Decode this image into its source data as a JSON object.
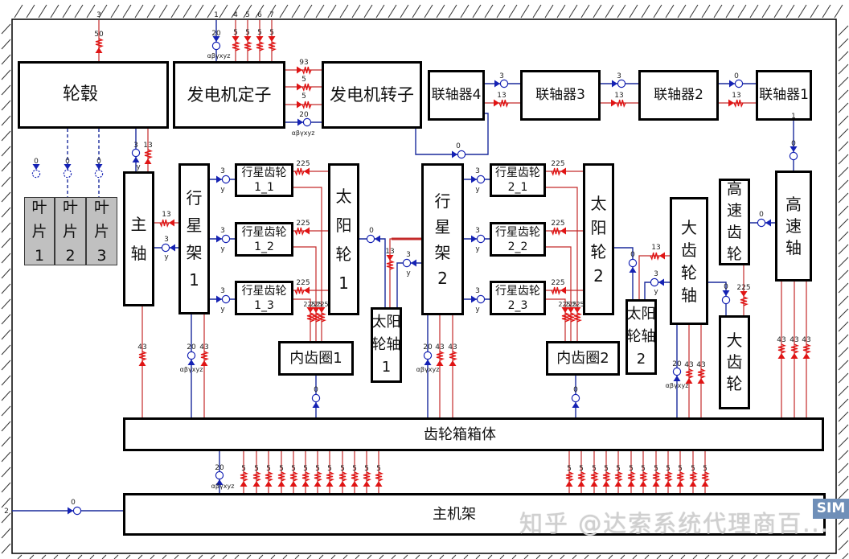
{
  "diagram": {
    "bodies": [
      {
        "id": "hub",
        "lines": [
          "轮毂"
        ]
      },
      {
        "id": "generator_stator",
        "lines": [
          "发电机定子"
        ]
      },
      {
        "id": "generator_rotor",
        "lines": [
          "发电机转子"
        ]
      },
      {
        "id": "coupling_4",
        "lines": [
          "联轴器4"
        ]
      },
      {
        "id": "coupling_3",
        "lines": [
          "联轴器3"
        ]
      },
      {
        "id": "coupling_2",
        "lines": [
          "联轴器2"
        ]
      },
      {
        "id": "coupling_1",
        "lines": [
          "联轴器1"
        ]
      },
      {
        "id": "blade_1",
        "lines": [
          "叶",
          "片",
          "1"
        ]
      },
      {
        "id": "blade_2",
        "lines": [
          "叶",
          "片",
          "2"
        ]
      },
      {
        "id": "blade_3",
        "lines": [
          "叶",
          "片",
          "3"
        ]
      },
      {
        "id": "main_shaft",
        "lines": [
          "主",
          "轴"
        ]
      },
      {
        "id": "planet_carrier_1",
        "lines": [
          "行",
          "星",
          "架",
          "1"
        ]
      },
      {
        "id": "planet_gear_1_1",
        "lines": [
          "行星齿轮",
          "1_1"
        ]
      },
      {
        "id": "planet_gear_1_2",
        "lines": [
          "行星齿轮",
          "1_2"
        ]
      },
      {
        "id": "planet_gear_1_3",
        "lines": [
          "行星齿轮",
          "1_3"
        ]
      },
      {
        "id": "sun_gear_1",
        "lines": [
          "太",
          "阳",
          "轮",
          "1"
        ]
      },
      {
        "id": "sun_shaft_1",
        "lines": [
          "太阳",
          "轮轴",
          "1"
        ]
      },
      {
        "id": "ring_gear_1",
        "lines": [
          "内齿圈1"
        ]
      },
      {
        "id": "planet_carrier_2",
        "lines": [
          "行",
          "星",
          "架",
          "2"
        ]
      },
      {
        "id": "planet_gear_2_1",
        "lines": [
          "行星齿轮",
          "2_1"
        ]
      },
      {
        "id": "planet_gear_2_2",
        "lines": [
          "行星齿轮",
          "2_2"
        ]
      },
      {
        "id": "planet_gear_2_3",
        "lines": [
          "行星齿轮",
          "2_3"
        ]
      },
      {
        "id": "sun_gear_2",
        "lines": [
          "太",
          "阳",
          "轮",
          "2"
        ]
      },
      {
        "id": "ring_gear_2",
        "lines": [
          "内齿圈2"
        ]
      },
      {
        "id": "sun_shaft_2",
        "lines": [
          "太阳",
          "轮轴",
          "2"
        ]
      },
      {
        "id": "gear_shaft",
        "lines": [
          "大",
          "齿",
          "轮",
          "轴"
        ]
      },
      {
        "id": "high_speed_gear",
        "lines": [
          "高",
          "速",
          "齿",
          "轮"
        ]
      },
      {
        "id": "gear",
        "lines": [
          "大",
          "齿",
          "轮"
        ]
      },
      {
        "id": "high_speed_shaft",
        "lines": [
          "高",
          "速",
          "轴"
        ]
      },
      {
        "id": "gearbox_housing",
        "lines": [
          "齿轮箱箱体"
        ]
      },
      {
        "id": "main_frame",
        "lines": [
          "主机架"
        ]
      }
    ],
    "joints": [
      {
        "id": "j_ground_stator",
        "type": "20",
        "dof": "αβγxyz"
      },
      {
        "id": "j_stator_rotor",
        "type": "20",
        "dof": "αβγxyz"
      },
      {
        "id": "j_rotor_coupling4",
        "type": "0"
      },
      {
        "id": "j_c4_c3",
        "type": "3"
      },
      {
        "id": "j_c3_c2",
        "type": "3"
      },
      {
        "id": "j_c2_c1",
        "type": "0"
      },
      {
        "id": "j_c1_hss",
        "type": "0"
      },
      {
        "id": "j_hub_blade1",
        "type": "0"
      },
      {
        "id": "j_hub_blade2",
        "type": "0"
      },
      {
        "id": "j_hub_blade3",
        "type": "0"
      },
      {
        "id": "j_hub_mainshaft",
        "type": "3",
        "dof": "y"
      },
      {
        "id": "j_mainshaft_carrier1",
        "type": "3",
        "dof": "y"
      },
      {
        "id": "j_carrier1_planet1_1",
        "type": "3",
        "dof": "y"
      },
      {
        "id": "j_carrier1_planet1_2",
        "type": "3",
        "dof": "y"
      },
      {
        "id": "j_carrier1_planet1_3",
        "type": "3",
        "dof": "y"
      },
      {
        "id": "j_sun1_sunshaft1",
        "type": "0"
      },
      {
        "id": "j_carrier2_sunshaft1",
        "type": "3",
        "dof": "y"
      },
      {
        "id": "j_carrier2_planet2_1",
        "type": "3",
        "dof": "y"
      },
      {
        "id": "j_carrier2_planet2_2",
        "type": "3",
        "dof": "y"
      },
      {
        "id": "j_carrier2_planet2_3",
        "type": "3",
        "dof": "y"
      },
      {
        "id": "j_sun2_sunshaft2",
        "type": "0"
      },
      {
        "id": "j_gearshaft_sunshaft2",
        "type": "3",
        "dof": "y"
      },
      {
        "id": "j_gearshaft_gear",
        "type": "0"
      },
      {
        "id": "j_hss_hsgear",
        "type": "0"
      },
      {
        "id": "j_carrier1_housing",
        "type": "20",
        "dof": "αβγxyz"
      },
      {
        "id": "j_ring1_housing",
        "type": "0"
      },
      {
        "id": "j_carrier2_housing",
        "type": "20",
        "dof": "αβγxyz"
      },
      {
        "id": "j_ring2_housing",
        "type": "0"
      },
      {
        "id": "j_gearshaft_housing",
        "type": "20",
        "dof": "αβγxyz"
      },
      {
        "id": "j_housing_frame",
        "type": "20",
        "dof": "αβγxyz"
      },
      {
        "id": "j_ground_frame",
        "type": "0"
      }
    ],
    "forces": [
      {
        "id": "f_ground_hub",
        "type": "50"
      },
      {
        "id": "f_ground_stator_4",
        "type": "5"
      },
      {
        "id": "f_ground_stator_5",
        "type": "5"
      },
      {
        "id": "f_ground_stator_6",
        "type": "5"
      },
      {
        "id": "f_ground_stator_7",
        "type": "5"
      },
      {
        "id": "f_stator_rotor_1",
        "type": "93"
      },
      {
        "id": "f_stator_rotor_2",
        "type": "5"
      },
      {
        "id": "f_stator_rotor_3",
        "type": "5"
      },
      {
        "id": "f_c4_c3",
        "type": "13"
      },
      {
        "id": "f_c3_c2",
        "type": "13"
      },
      {
        "id": "f_c2_c1",
        "type": "13"
      },
      {
        "id": "f_hub_mainshaft",
        "type": "13"
      },
      {
        "id": "f_carrier1_mainshaft",
        "type": "13"
      },
      {
        "id": "f_planet1_1_sun1",
        "type": "225"
      },
      {
        "id": "f_planet1_2_sun1",
        "type": "225"
      },
      {
        "id": "f_planet1_3_sun1",
        "type": "225"
      },
      {
        "id": "f_planet1_1_ring1",
        "type": "225"
      },
      {
        "id": "f_planet1_2_ring1",
        "type": "225"
      },
      {
        "id": "f_planet1_3_ring1",
        "type": "225"
      },
      {
        "id": "f_carrier2_sunshaft1",
        "type": "13"
      },
      {
        "id": "f_planet2_1_sun2",
        "type": "225"
      },
      {
        "id": "f_planet2_2_sun2",
        "type": "225"
      },
      {
        "id": "f_planet2_3_sun2",
        "type": "225"
      },
      {
        "id": "f_planet2_1_ring2",
        "type": "225"
      },
      {
        "id": "f_planet2_2_ring2",
        "type": "225"
      },
      {
        "id": "f_planet2_3_ring2",
        "type": "225"
      },
      {
        "id": "f_gearshaft_sunshaft2",
        "type": "13"
      },
      {
        "id": "f_hsgear_gear",
        "type": "225"
      },
      {
        "id": "f_mainshaft_housing",
        "type": "43"
      },
      {
        "id": "f_carrier1_housing",
        "type": "43"
      },
      {
        "id": "f_carrier2_housing_1",
        "type": "43"
      },
      {
        "id": "f_carrier2_housing_2",
        "type": "43"
      },
      {
        "id": "f_gearshaft_housing_1",
        "type": "43"
      },
      {
        "id": "f_gearshaft_housing_2",
        "type": "43"
      },
      {
        "id": "f_hss_housing_1",
        "type": "43"
      },
      {
        "id": "f_hss_housing_2",
        "type": "43"
      },
      {
        "id": "f_hss_housing_3",
        "type": "43"
      },
      {
        "id": "f_housing_frame_01",
        "type": "5"
      },
      {
        "id": "f_housing_frame_02",
        "type": "5"
      },
      {
        "id": "f_housing_frame_03",
        "type": "5"
      },
      {
        "id": "f_housing_frame_04",
        "type": "5"
      },
      {
        "id": "f_housing_frame_05",
        "type": "5"
      },
      {
        "id": "f_housing_frame_06",
        "type": "5"
      },
      {
        "id": "f_housing_frame_07",
        "type": "5"
      },
      {
        "id": "f_housing_frame_08",
        "type": "5"
      },
      {
        "id": "f_housing_frame_09",
        "type": "5"
      },
      {
        "id": "f_housing_frame_10",
        "type": "5"
      },
      {
        "id": "f_housing_frame_11",
        "type": "5"
      },
      {
        "id": "f_housing_frame_12",
        "type": "5"
      },
      {
        "id": "f_housing_frame_13",
        "type": "5"
      },
      {
        "id": "f_housing_frame_14",
        "type": "5"
      },
      {
        "id": "f_housing_frame_15",
        "type": "5"
      },
      {
        "id": "f_housing_frame_16",
        "type": "5"
      },
      {
        "id": "f_housing_frame_17",
        "type": "5"
      },
      {
        "id": "f_housing_frame_18",
        "type": "5"
      },
      {
        "id": "f_housing_frame_19",
        "type": "5"
      },
      {
        "id": "f_housing_frame_20",
        "type": "5"
      },
      {
        "id": "f_housing_frame_21",
        "type": "5"
      },
      {
        "id": "f_housing_frame_22",
        "type": "5"
      },
      {
        "id": "f_housing_frame_23",
        "type": "5"
      },
      {
        "id": "f_housing_frame_24",
        "type": "5"
      }
    ],
    "ground_markers": [
      {
        "id": "m_ground_hub",
        "text": "3"
      },
      {
        "id": "m_ground_stator_joint",
        "text": "1"
      },
      {
        "id": "m_ground_stator_4",
        "text": "4"
      },
      {
        "id": "m_ground_stator_5",
        "text": "5"
      },
      {
        "id": "m_ground_stator_6",
        "text": "6"
      },
      {
        "id": "m_ground_stator_7",
        "text": "7"
      },
      {
        "id": "m_ground_frame",
        "text": "2"
      },
      {
        "id": "m_coupling1",
        "text": "1"
      }
    ]
  },
  "watermark": {
    "text": "知乎 @达索系统代理商百...",
    "badge": "SIM"
  },
  "colors": {
    "joint": "#1522b4",
    "joint_line": "#1a2a9c",
    "force": "#e01414",
    "force_line": "#c42a2a",
    "body_border": "#000000",
    "blade_fill": "#c0c0c0",
    "ground_hatch": "#333333",
    "label": "#222222"
  }
}
